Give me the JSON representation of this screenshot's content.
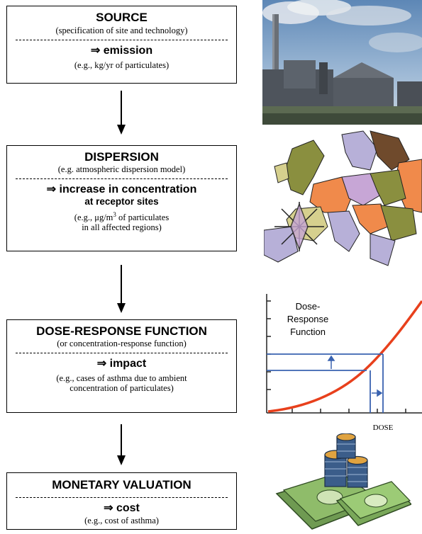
{
  "boxes": {
    "source": {
      "title": "SOURCE",
      "subtitle": "(specification of site and technology)",
      "result": "⇒ emission",
      "example": "(e.g., kg/yr of particulates)"
    },
    "dispersion": {
      "title": "DISPERSION",
      "subtitle": "(e.g. atmospheric dispersion model)",
      "result": "⇒ increase in concentration",
      "result_line2": "at receptor sites",
      "example_line1": "(e.g., μg/m",
      "example_sup": "3",
      "example_line1_end": " of particulates",
      "example_line2": "in all affected regions)"
    },
    "dose_response": {
      "title": "DOSE-RESPONSE FUNCTION",
      "subtitle": "(or concentration-response function)",
      "result": "⇒ impact",
      "example_line1": "(e.g., cases of asthma due to ambient",
      "example_line2": "concentration of particulates)"
    },
    "monetary": {
      "title": "MONETARY VALUATION",
      "result": "⇒ cost",
      "example": "(e.g., cost of asthma)"
    }
  },
  "illustrations": {
    "dose_chart_label": "Dose-\nResponse\nFunction",
    "dose_chart_label_1": "Dose-",
    "dose_chart_label_2": "Response",
    "dose_chart_label_3": "Function",
    "dose_axis_label": "DOSE",
    "curve_color": "#e8401c",
    "line_color": "#3a63b0"
  }
}
